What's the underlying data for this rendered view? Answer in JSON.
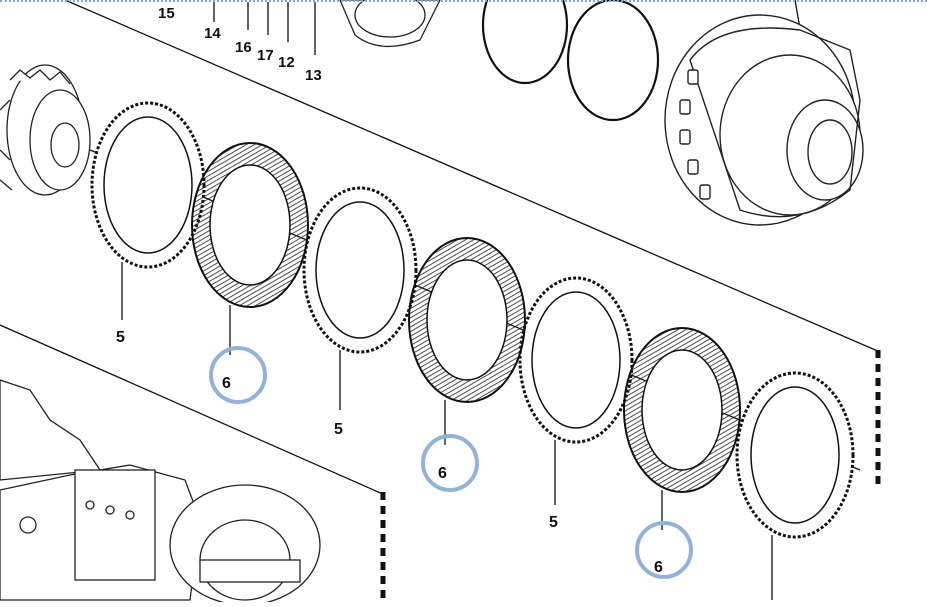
{
  "diagram": {
    "part_labels": {
      "top_15": "15",
      "top_14": "14",
      "top_16": "16",
      "top_17": "17",
      "top_12": "12",
      "top_13": "13",
      "plate5_a": "5",
      "plate5_b": "5",
      "plate5_c": "5",
      "disc6_a": "6",
      "disc6_b": "6",
      "disc6_c": "6"
    },
    "highlight_color": "#8fb3dc"
  }
}
